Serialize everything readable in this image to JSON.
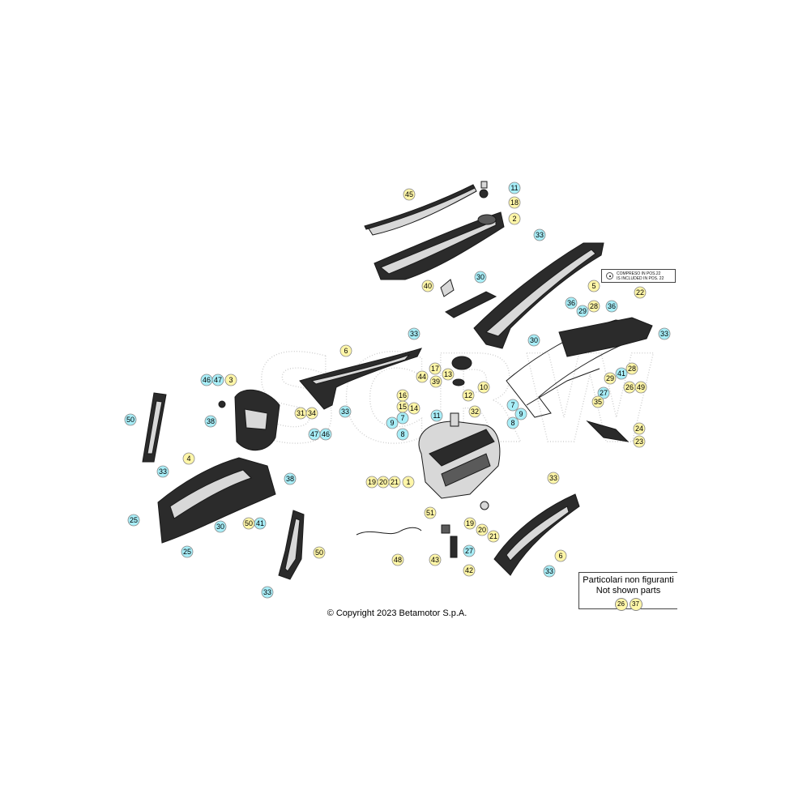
{
  "diagram": {
    "copyright": "© Copyright 2023 Betamotor S.p.A.",
    "watermark": "SCRW",
    "not_shown_box": {
      "line1": "Particolari non figuranti",
      "line2": "Not shown parts",
      "parts": [
        "26",
        "37"
      ]
    },
    "included_box": {
      "line1": "COMPRESO IN POS.22",
      "line2": "IS INCLUDED IN POS. 22"
    },
    "callout_colors": {
      "yellow": "#fff6a8",
      "cyan": "#a8eef8",
      "border": "#8a8a8a"
    },
    "callouts": [
      {
        "n": "45",
        "c": "yellow"
      },
      {
        "n": "11",
        "c": "cyan"
      },
      {
        "n": "18",
        "c": "yellow"
      },
      {
        "n": "2",
        "c": "yellow"
      },
      {
        "n": "33",
        "c": "cyan"
      },
      {
        "n": "30",
        "c": "cyan"
      },
      {
        "n": "40",
        "c": "yellow"
      },
      {
        "n": "5",
        "c": "yellow"
      },
      {
        "n": "22",
        "c": "yellow"
      },
      {
        "n": "36",
        "c": "cyan"
      },
      {
        "n": "29",
        "c": "cyan"
      },
      {
        "n": "28",
        "c": "yellow"
      },
      {
        "n": "36",
        "c": "cyan"
      },
      {
        "n": "33",
        "c": "cyan"
      },
      {
        "n": "30",
        "c": "cyan"
      },
      {
        "n": "33",
        "c": "cyan"
      },
      {
        "n": "6",
        "c": "yellow"
      },
      {
        "n": "17",
        "c": "yellow"
      },
      {
        "n": "44",
        "c": "yellow"
      },
      {
        "n": "13",
        "c": "yellow"
      },
      {
        "n": "39",
        "c": "yellow"
      },
      {
        "n": "10",
        "c": "yellow"
      },
      {
        "n": "12",
        "c": "yellow"
      },
      {
        "n": "16",
        "c": "yellow"
      },
      {
        "n": "15",
        "c": "yellow"
      },
      {
        "n": "14",
        "c": "yellow"
      },
      {
        "n": "7",
        "c": "cyan"
      },
      {
        "n": "11",
        "c": "cyan"
      },
      {
        "n": "32",
        "c": "yellow"
      },
      {
        "n": "9",
        "c": "cyan"
      },
      {
        "n": "8",
        "c": "cyan"
      },
      {
        "n": "7",
        "c": "cyan"
      },
      {
        "n": "9",
        "c": "cyan"
      },
      {
        "n": "8",
        "c": "cyan"
      },
      {
        "n": "33",
        "c": "cyan"
      },
      {
        "n": "46",
        "c": "cyan"
      },
      {
        "n": "47",
        "c": "cyan"
      },
      {
        "n": "3",
        "c": "yellow"
      },
      {
        "n": "38",
        "c": "cyan"
      },
      {
        "n": "50",
        "c": "cyan"
      },
      {
        "n": "31",
        "c": "yellow"
      },
      {
        "n": "34",
        "c": "yellow"
      },
      {
        "n": "47",
        "c": "cyan"
      },
      {
        "n": "46",
        "c": "cyan"
      },
      {
        "n": "4",
        "c": "yellow"
      },
      {
        "n": "33",
        "c": "cyan"
      },
      {
        "n": "38",
        "c": "cyan"
      },
      {
        "n": "25",
        "c": "cyan"
      },
      {
        "n": "30",
        "c": "cyan"
      },
      {
        "n": "50",
        "c": "yellow"
      },
      {
        "n": "41",
        "c": "cyan"
      },
      {
        "n": "25",
        "c": "cyan"
      },
      {
        "n": "50",
        "c": "yellow"
      },
      {
        "n": "33",
        "c": "cyan"
      },
      {
        "n": "19",
        "c": "yellow"
      },
      {
        "n": "20",
        "c": "yellow"
      },
      {
        "n": "21",
        "c": "yellow"
      },
      {
        "n": "1",
        "c": "yellow"
      },
      {
        "n": "51",
        "c": "yellow"
      },
      {
        "n": "19",
        "c": "yellow"
      },
      {
        "n": "20",
        "c": "yellow"
      },
      {
        "n": "21",
        "c": "yellow"
      },
      {
        "n": "48",
        "c": "yellow"
      },
      {
        "n": "43",
        "c": "yellow"
      },
      {
        "n": "27",
        "c": "cyan"
      },
      {
        "n": "42",
        "c": "yellow"
      },
      {
        "n": "33",
        "c": "yellow"
      },
      {
        "n": "6",
        "c": "yellow"
      },
      {
        "n": "33",
        "c": "cyan"
      },
      {
        "n": "27",
        "c": "cyan"
      },
      {
        "n": "35",
        "c": "yellow"
      },
      {
        "n": "26",
        "c": "yellow"
      },
      {
        "n": "49",
        "c": "yellow"
      },
      {
        "n": "29",
        "c": "yellow"
      },
      {
        "n": "41",
        "c": "cyan"
      },
      {
        "n": "28",
        "c": "yellow"
      },
      {
        "n": "24",
        "c": "yellow"
      },
      {
        "n": "23",
        "c": "yellow"
      }
    ]
  }
}
